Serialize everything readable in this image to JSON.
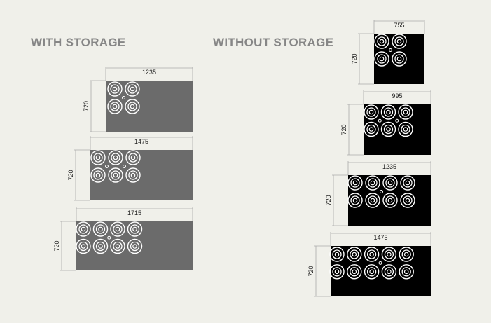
{
  "headings": {
    "with_storage": "WITH STORAGE",
    "without_storage": "WITHOUT STORAGE"
  },
  "colors": {
    "background": "#f0f0ea",
    "with_storage_panel": "#6b6b6b",
    "without_storage_panel": "#000000",
    "burner": "#ffffff",
    "dimension_line": "#aaaaaa",
    "heading": "#868686"
  },
  "with_storage": [
    {
      "width_label": "1235",
      "height_label": "720",
      "burner_cols": 2
    },
    {
      "width_label": "1475",
      "height_label": "720",
      "burner_cols": 3
    },
    {
      "width_label": "1715",
      "height_label": "720",
      "burner_cols": 4
    }
  ],
  "without_storage": [
    {
      "width_label": "755",
      "height_label": "720",
      "burner_cols": 2
    },
    {
      "width_label": "995",
      "height_label": "720",
      "burner_cols": 3
    },
    {
      "width_label": "1235",
      "height_label": "720",
      "burner_cols": 4
    },
    {
      "width_label": "1475",
      "height_label": "720",
      "burner_cols": 5
    }
  ]
}
